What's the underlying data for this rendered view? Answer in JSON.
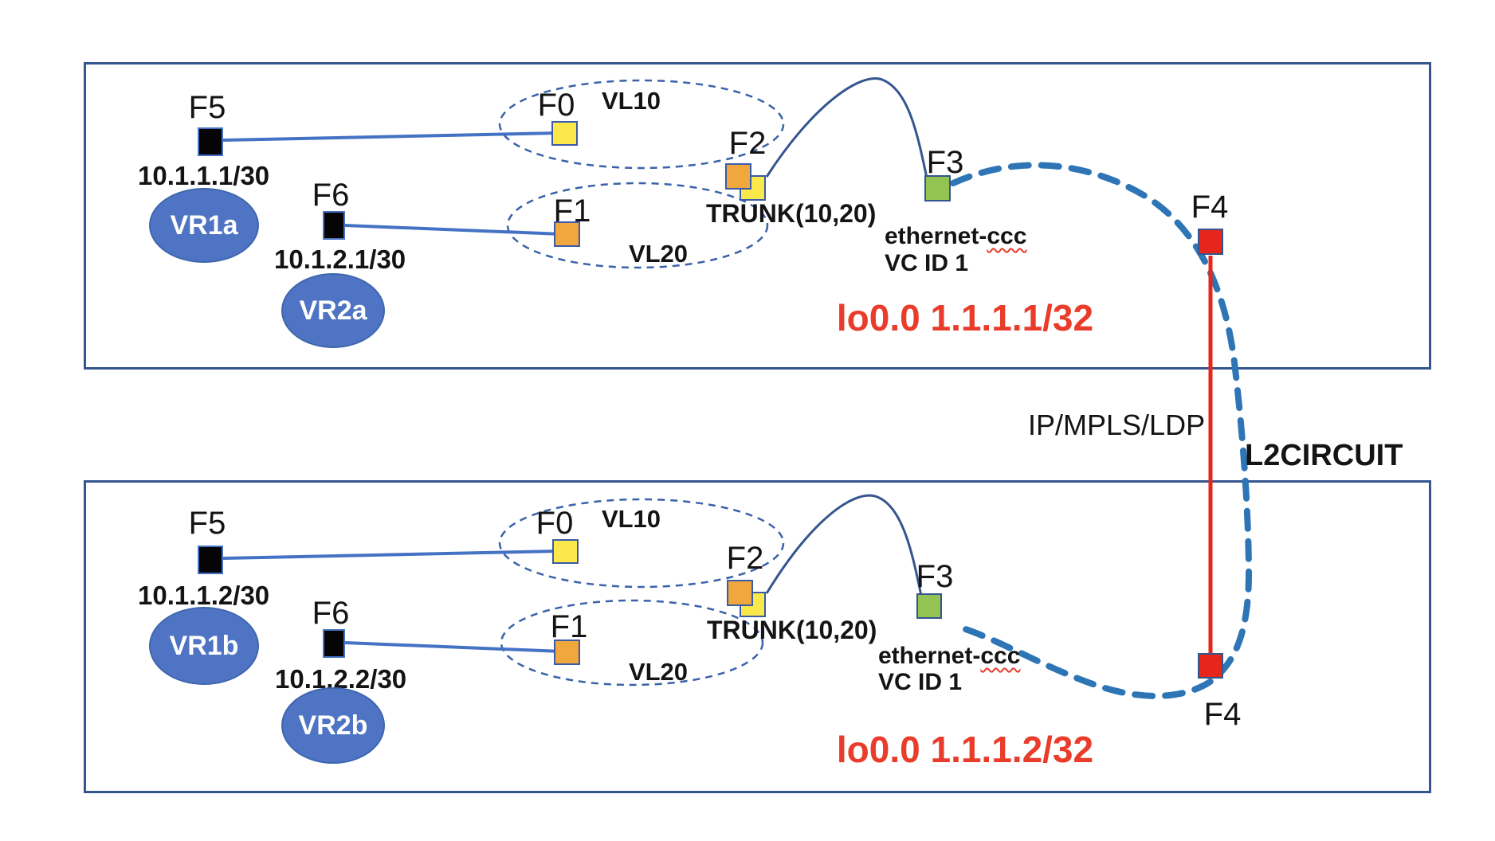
{
  "colors": {
    "box_border": "#35558F",
    "vr_fill": "#4F74C4",
    "connector_blue": "#4472C4",
    "vlan_dashed_blue": "#3A62A8",
    "pseudowire_blue": "#2E75B6",
    "port_yellow": "#FBE94B",
    "port_orange": "#F0A73E",
    "port_green": "#92C353",
    "port_red": "#E7261B",
    "port_black": "#050505",
    "loopback_red_text": "#E93C2A"
  },
  "routers": [
    {
      "f5_label": "F5",
      "f5_ip": "10.1.1.1/30",
      "f6_label": "F6",
      "f6_ip": "10.1.2.1/30",
      "vr1_label": "VR1a",
      "vr2_label": "VR2a",
      "f0_label": "F0",
      "vl10_label": "VL10",
      "f1_label": "F1",
      "vl20_label": "VL20",
      "f2_label": "F2",
      "trunk_label": "TRUNK(10,20)",
      "f3_label": "F3",
      "f3_encap_prefix": "ethernet-",
      "f3_encap_misspelled": "ccc",
      "vc_label": "VC ID 1",
      "loopback_label": "lo0.0 1.1.1.1/32",
      "f4_label": "F4"
    },
    {
      "f5_label": "F5",
      "f5_ip": "10.1.1.2/30",
      "f6_label": "F6",
      "f6_ip": "10.1.2.2/30",
      "vr1_label": "VR1b",
      "vr2_label": "VR2b",
      "f0_label": "F0",
      "vl10_label": "VL10",
      "f1_label": "F1",
      "vl20_label": "VL20",
      "f2_label": "F2",
      "trunk_label": "TRUNK(10,20)",
      "f3_label": "F3",
      "f3_encap_prefix": "ethernet-",
      "f3_encap_misspelled": "ccc",
      "vc_label": "VC ID 1",
      "loopback_label": "lo0.0 1.1.1.2/32",
      "f4_label": "F4"
    }
  ],
  "core": {
    "ip_mpls_ldp_label": "IP/MPLS/LDP",
    "l2circuit_label": "L2CIRCUIT"
  }
}
